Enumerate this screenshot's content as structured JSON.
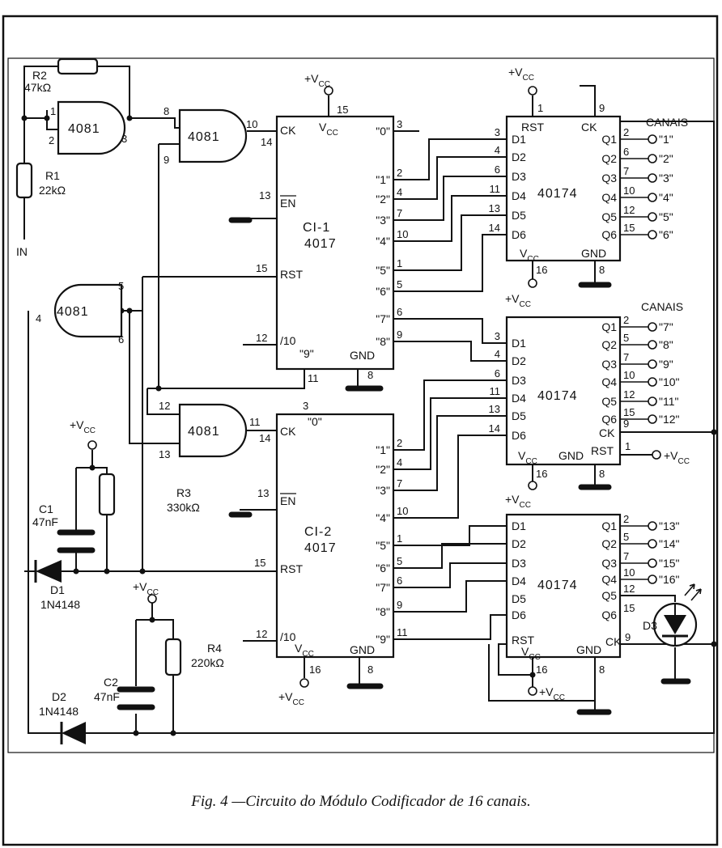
{
  "caption": "Fig. 4 —Circuito do Módulo Codificador de 16 canais.",
  "labels": {
    "r2_name": "R2",
    "r2_value": "47kΩ",
    "r1_name": "R1",
    "r1_value": "22kΩ",
    "in": "IN",
    "r3_name": "R3",
    "r3_value": "330kΩ",
    "r4_name": "R4",
    "r4_value": "220kΩ",
    "c1_name": "C1",
    "c1_value": "47nF",
    "c2_name": "C2",
    "c2_value": "47nF",
    "d1_name": "D1",
    "d1_part": "1N4148",
    "d2_name": "D2",
    "d2_part": "1N4148",
    "d3_name": "D3",
    "vcc": "+V",
    "vcc_sub": "CC",
    "canais": "CANAIS"
  },
  "gates": {
    "gate_part": "4081",
    "g1": {
      "in_a": "1",
      "in_b": "2",
      "out": "3"
    },
    "g2": {
      "in_a": "8",
      "in_b": "9",
      "out": "10"
    },
    "g3": {
      "in_a": "5",
      "in_b": "6",
      "out": "4"
    },
    "g4": {
      "in_a": "12",
      "in_b": "13",
      "out": "11"
    }
  },
  "ci1": {
    "name": "CI-1",
    "part": "4017",
    "vcc_pin": "15",
    "ck": "CK",
    "ck_pin": "14",
    "en": "EN",
    "en_pin": "13",
    "rst": "RST",
    "rst_pin": "15",
    "div": "/10",
    "div_pin": "12",
    "gnd": "GND",
    "gnd_pin": "8",
    "nine_label": "\"9\"",
    "nine_pin": "11",
    "outputs": [
      {
        "label": "\"0\"",
        "pin": "3"
      },
      {
        "label": "\"1\"",
        "pin": "2"
      },
      {
        "label": "\"2\"",
        "pin": "4"
      },
      {
        "label": "\"3\"",
        "pin": "7"
      },
      {
        "label": "\"4\"",
        "pin": "10"
      },
      {
        "label": "\"5\"",
        "pin": "1"
      },
      {
        "label": "\"6\"",
        "pin": "5"
      },
      {
        "label": "\"7\"",
        "pin": "6"
      },
      {
        "label": "\"8\"",
        "pin": "9"
      }
    ]
  },
  "ci2": {
    "name": "CI-2",
    "part": "4017",
    "zero_label": "\"0\"",
    "zero_pin": "3",
    "ck": "CK",
    "ck_pin": "14",
    "en": "EN",
    "en_pin": "13",
    "rst": "RST",
    "rst_pin": "15",
    "div": "/10",
    "div_pin": "12",
    "vcc": "V",
    "vcc_pin": "16",
    "gnd": "GND",
    "gnd_pin": "8",
    "outputs": [
      {
        "label": "\"1\"",
        "pin": "2"
      },
      {
        "label": "\"2\"",
        "pin": "4"
      },
      {
        "label": "\"3\"",
        "pin": "7"
      },
      {
        "label": "\"4\"",
        "pin": "10"
      },
      {
        "label": "\"5\"",
        "pin": "1"
      },
      {
        "label": "\"6\"",
        "pin": "5"
      },
      {
        "label": "\"7\"",
        "pin": "6"
      },
      {
        "label": "\"8\"",
        "pin": "9"
      },
      {
        "label": "\"9\"",
        "pin": "11"
      }
    ]
  },
  "ff1": {
    "part": "40174",
    "rst": "RST",
    "rst_pin": "1",
    "ck": "CK",
    "ck_pin": "9",
    "vcc_pin": "16",
    "gnd": "GND",
    "gnd_pin": "8",
    "d": [
      {
        "n": "D1",
        "p": "3"
      },
      {
        "n": "D2",
        "p": "4"
      },
      {
        "n": "D3",
        "p": "6"
      },
      {
        "n": "D4",
        "p": "11"
      },
      {
        "n": "D5",
        "p": "13"
      },
      {
        "n": "D6",
        "p": "14"
      }
    ],
    "q": [
      {
        "n": "Q1",
        "p": "2",
        "c": "\"1\""
      },
      {
        "n": "Q2",
        "p": "6",
        "c": "\"2\""
      },
      {
        "n": "Q3",
        "p": "7",
        "c": "\"3\""
      },
      {
        "n": "Q4",
        "p": "10",
        "c": "\"4\""
      },
      {
        "n": "Q5",
        "p": "12",
        "c": "\"5\""
      },
      {
        "n": "Q6",
        "p": "15",
        "c": "\"6\""
      }
    ]
  },
  "ff2": {
    "part": "40174",
    "ck": "CK",
    "ck_pin": "9",
    "rst": "RST",
    "rst_pin": "1",
    "vcc_pin": "16",
    "gnd": "GND",
    "gnd_pin": "8",
    "d": [
      {
        "n": "D1",
        "p": "3"
      },
      {
        "n": "D2",
        "p": "4"
      },
      {
        "n": "D3",
        "p": "6"
      },
      {
        "n": "D4",
        "p": "11"
      },
      {
        "n": "D5",
        "p": "13"
      },
      {
        "n": "D6",
        "p": "14"
      }
    ],
    "q": [
      {
        "n": "Q1",
        "p": "2",
        "c": "\"7\""
      },
      {
        "n": "Q2",
        "p": "5",
        "c": "\"8\""
      },
      {
        "n": "Q3",
        "p": "7",
        "c": "\"9\""
      },
      {
        "n": "Q4",
        "p": "10",
        "c": "\"10\""
      },
      {
        "n": "Q5",
        "p": "12",
        "c": "\"11\""
      },
      {
        "n": "Q6",
        "p": "15",
        "c": "\"12\""
      }
    ]
  },
  "ff3": {
    "part": "40174",
    "rst": "RST",
    "ck": "CK",
    "ck_pin": "9",
    "vcc_pin": "16",
    "gnd": "GND",
    "gnd_pin": "8",
    "d": [
      "D1",
      "D2",
      "D3",
      "D4",
      "D5",
      "D6"
    ],
    "q": [
      {
        "n": "Q1",
        "p": "2",
        "c": "\"13\""
      },
      {
        "n": "Q2",
        "p": "5",
        "c": "\"14\""
      },
      {
        "n": "Q3",
        "p": "7",
        "c": "\"15\""
      },
      {
        "n": "Q4",
        "p": "10",
        "c": "\"16\""
      },
      {
        "n": "Q5",
        "p": "12"
      },
      {
        "n": "Q6",
        "p": "15"
      }
    ]
  }
}
